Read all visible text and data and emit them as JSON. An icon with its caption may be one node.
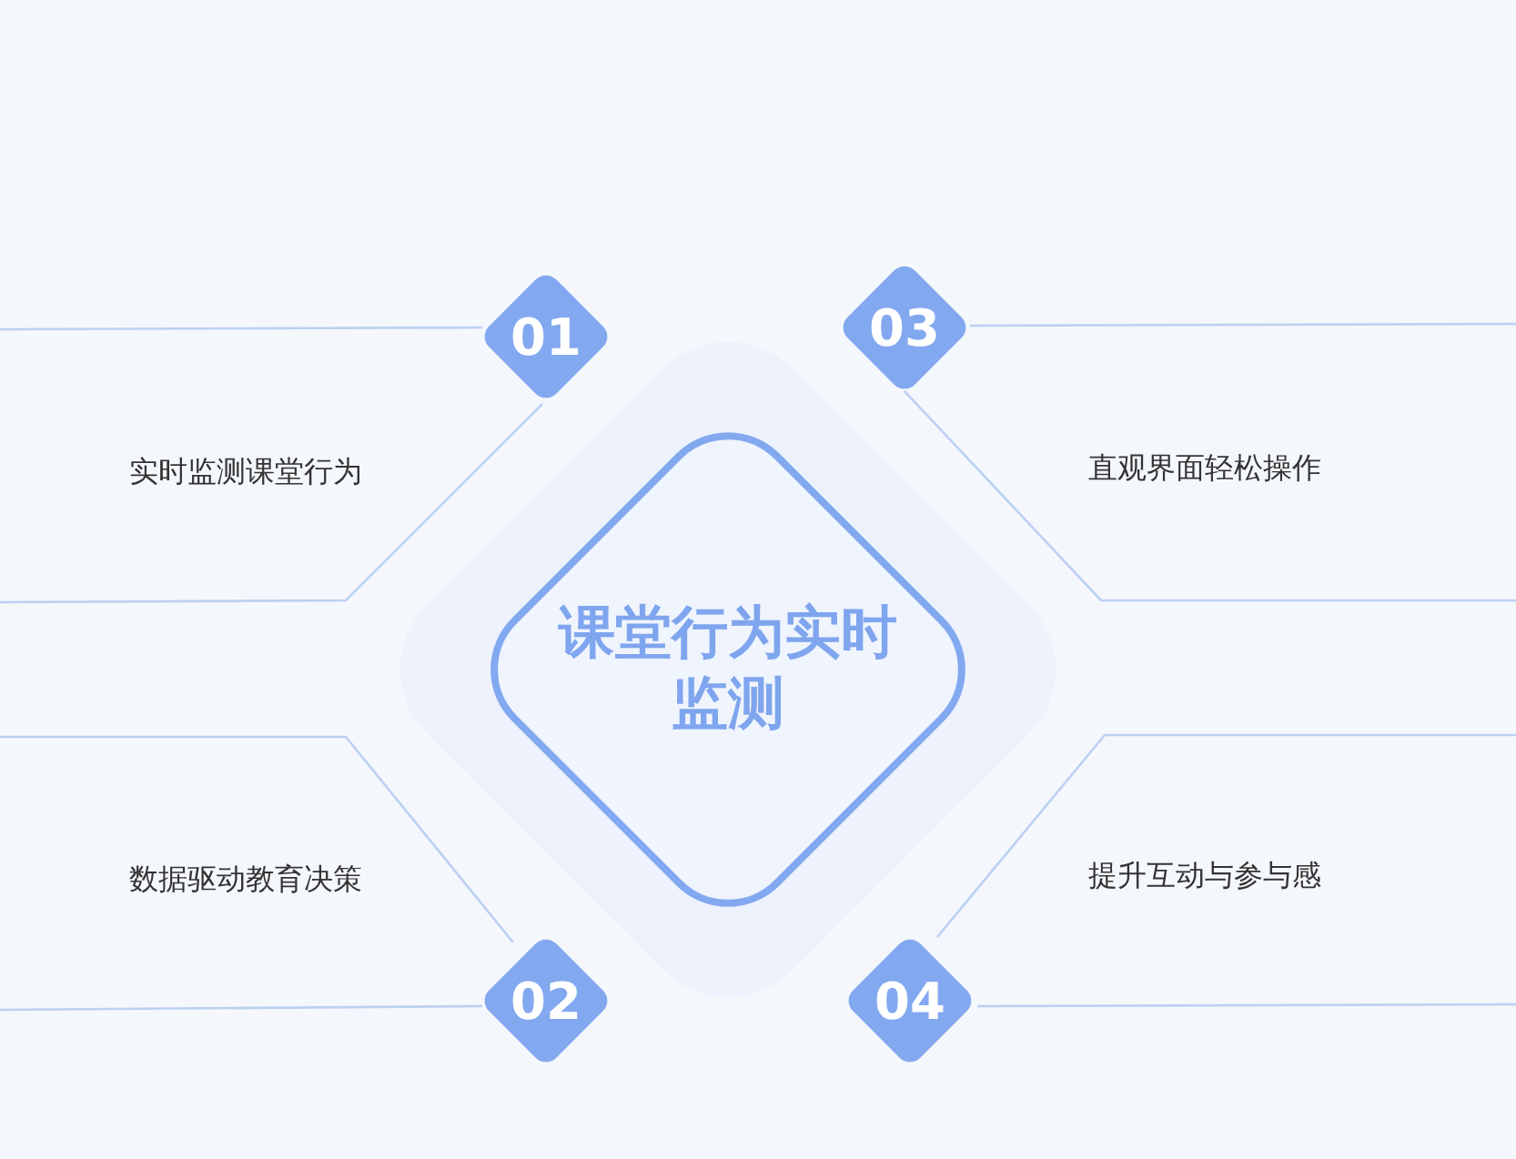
{
  "diagram": {
    "nodes": [
      {
        "text": [
          "01"
        ]
      },
      {
        "text": [
          "03"
        ]
      },
      {
        "text": [
          "课堂行为实时监测"
        ]
      },
      {
        "text": [
          "02"
        ]
      },
      {
        "text": [
          "04"
        ]
      }
    ],
    "labels": [
      "实时监测课堂行为",
      "直观界面轻松操作",
      "数据驱动教育决策",
      "提升互动与参与感"
    ]
  }
}
